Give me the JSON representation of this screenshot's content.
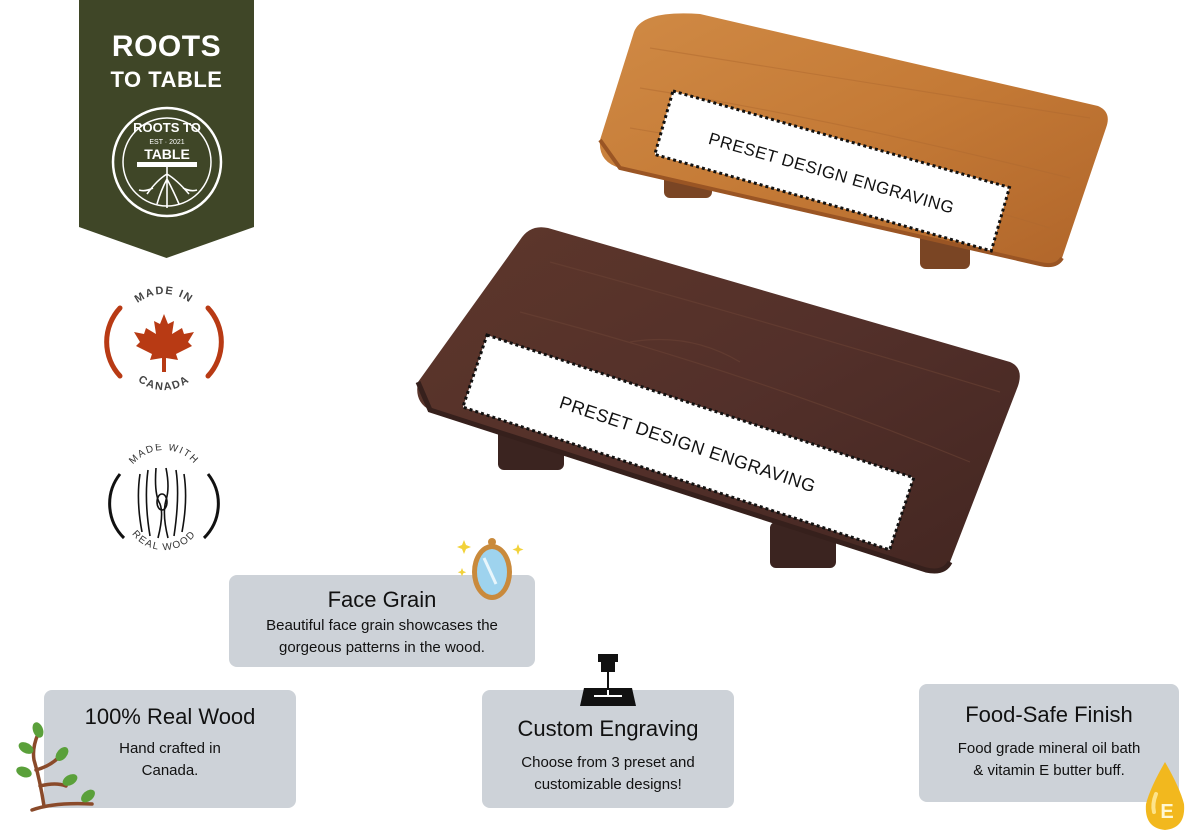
{
  "brand": {
    "line1": "ROOTS",
    "line2": "TO TABLE",
    "seal_text": "ROOTS TO",
    "seal_est": "EST · 2021",
    "seal_table": "TABLE"
  },
  "badges": {
    "canada_top": "MADE IN",
    "canada_bottom": "CANADA",
    "wood_top": "MADE WITH",
    "wood_bottom": "REAL WOOD"
  },
  "boards": {
    "engraving_label": "PRESET DESIGN ENGRAVING"
  },
  "features": {
    "face_grain": {
      "title": "Face Grain",
      "desc_line1": "Beautiful face grain showcases the",
      "desc_line2": "gorgeous patterns in the wood."
    },
    "real_wood": {
      "title": "100% Real Wood",
      "desc_line1": "Hand crafted in",
      "desc_line2": "Canada."
    },
    "custom_engraving": {
      "title": "Custom Engraving",
      "desc_line1": "Choose from 3 preset and",
      "desc_line2": "customizable designs!"
    },
    "food_safe": {
      "title": "Food-Safe Finish",
      "desc_line1": "Food grade mineral oil bath",
      "desc_line2": "& vitamin E butter buff."
    }
  },
  "icons": {
    "vitamin_letter": "E"
  },
  "colors": {
    "banner": "#3f4627",
    "card": "#cdd2d8",
    "maple": "#b83a14",
    "light_wood": "#c9813f",
    "dark_wood": "#4a2a22"
  }
}
